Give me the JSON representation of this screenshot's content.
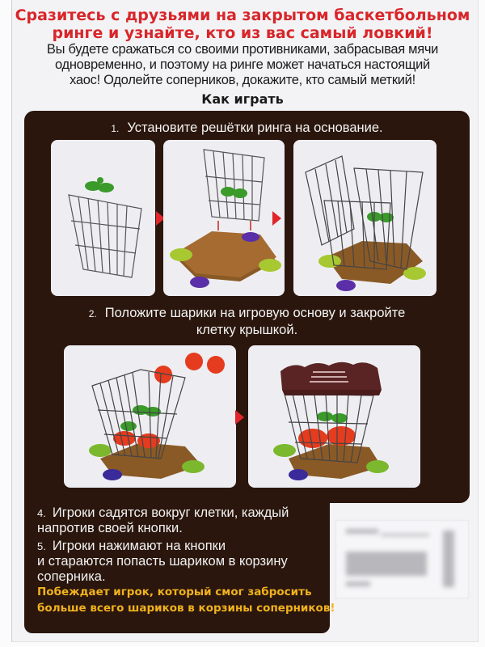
{
  "headline": {
    "line1": "Сразитесь с друзьями на закрытом баскетбольном",
    "line2": "ринге и узнайте, кто из вас самый ловкий!",
    "color": "#d8262a"
  },
  "intro": {
    "line1": "Вы будете сражаться со своими противниками, забрасывая мячи",
    "line2": "одновременно, и поэтому на ринге может начаться настоящий",
    "line3": "хаос! Одолейте соперников, докажите, кто самый меткий!"
  },
  "how_to_title": "Как играть",
  "steps": [
    {
      "num": "1.",
      "line1": "Установите решётки ринга на основание.",
      "line2": ""
    },
    {
      "num": "2.",
      "line1": "Положите шарики на игровую основу и закройте",
      "line2": "клетку крышкой."
    },
    {
      "num": "4.",
      "line1": "Игроки садятся вокруг клетки, каждый",
      "line2": "напротив своей кнопки."
    },
    {
      "num": "5.",
      "line1": "Игроки нажимают на кнопки",
      "line2": "и стараются попасть шариком в корзину",
      "line3": "соперника."
    }
  ],
  "winner": {
    "line1": "Побеждает игрок, который смог забросить",
    "line2": "больше всего шариков в корзины соперников!",
    "color": "#f1b21c"
  },
  "illustrations": {
    "row1": [
      "cage-grate-and-green-button",
      "grate-lowered-onto-base",
      "grates-assembled-on-base"
    ],
    "row2": [
      "red-balls-dropped-into-cage",
      "lid-closed-on-cage"
    ]
  },
  "colors": {
    "panel": "#2a160d",
    "arrow": "#e0262a"
  },
  "sticker": "blurred-barcode-label"
}
